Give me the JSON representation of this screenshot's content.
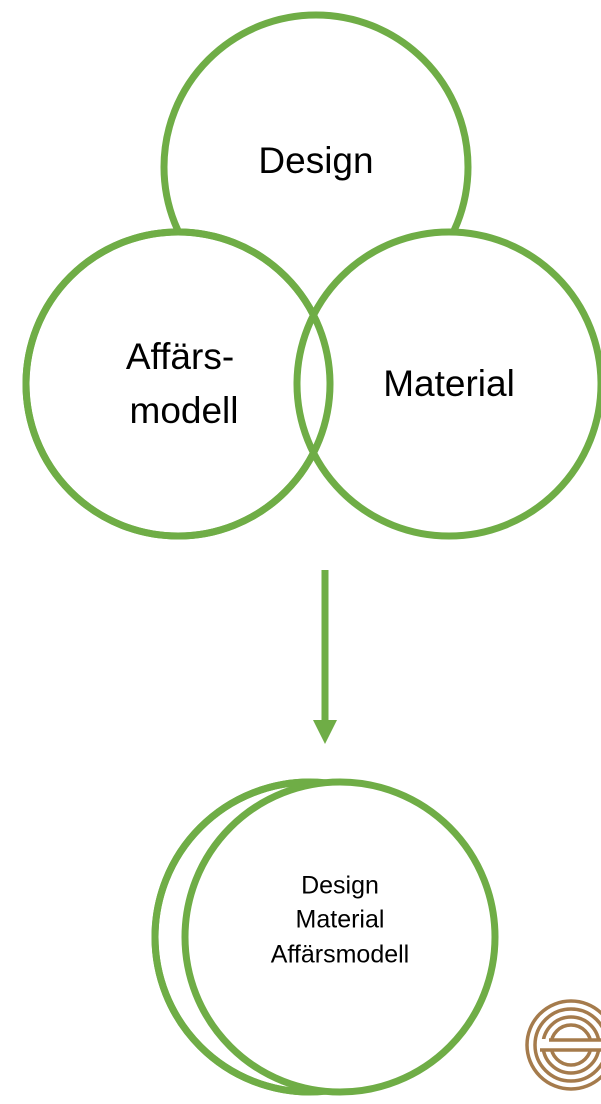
{
  "colors": {
    "stroke": "#6fad46",
    "fill": "#ffffff",
    "text": "#000000",
    "logo": "#a57b4c"
  },
  "top_diagram": {
    "design": "Design",
    "business_model": [
      "Affärs-",
      "modell"
    ],
    "material": "Material"
  },
  "arrow": {
    "direction": "down"
  },
  "bottom_diagram": {
    "lines": [
      "Design",
      "Material",
      "Affärsmodell"
    ]
  },
  "logo": {
    "icon": "concentric-s-logo-icon"
  }
}
